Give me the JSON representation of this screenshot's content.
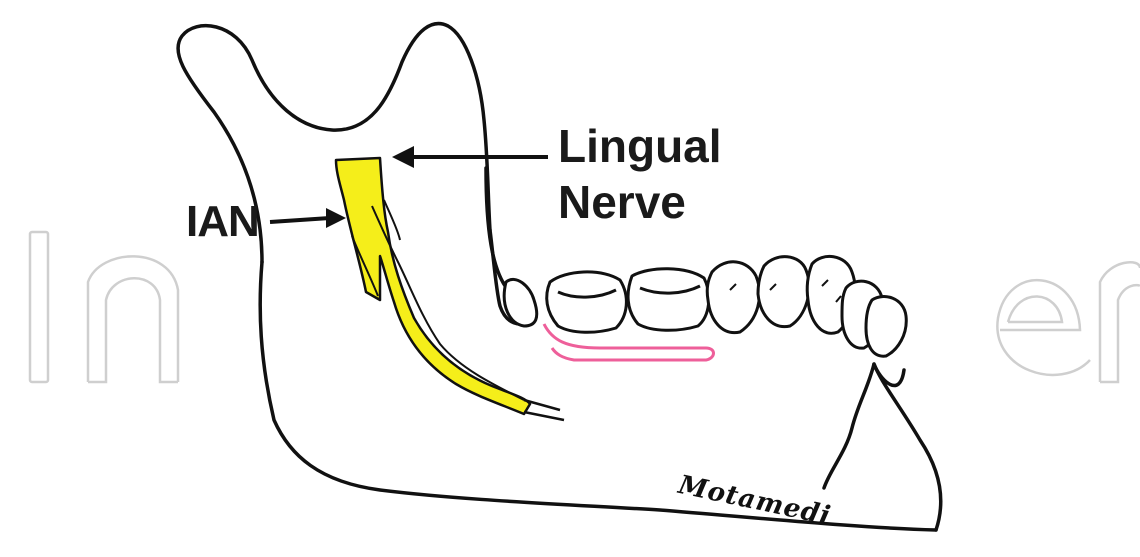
{
  "labels": {
    "ian": "IAN",
    "lingual_line1": "Lingual",
    "lingual_line2": "Nerve"
  },
  "signature": "Motamedi",
  "watermark": "IntechOpen",
  "colors": {
    "outline": "#111111",
    "nerve_fill": "#f5ee1a",
    "gingiva_line": "#ee5f9a",
    "watermark": "#c9c9c9"
  }
}
